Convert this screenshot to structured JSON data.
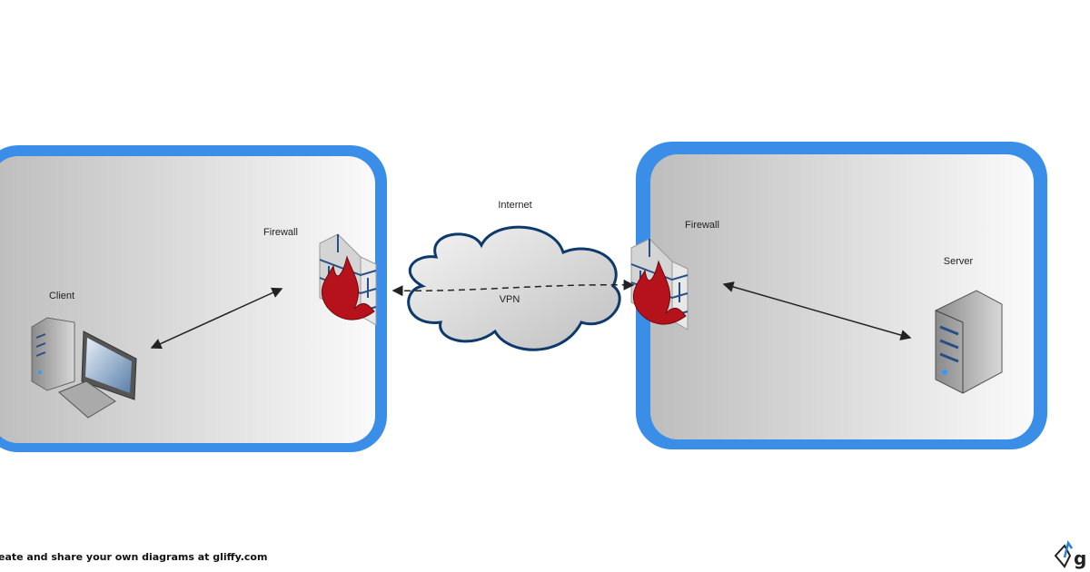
{
  "labels": {
    "internet": "Internet",
    "vpn": "VPN",
    "firewall_left": "Firewall",
    "firewall_right": "Firewall",
    "client": "Client",
    "server": "Server"
  },
  "footer": {
    "text": "eate and share your own diagrams at gliffy.com",
    "logo": "gliffy"
  },
  "colors": {
    "border": "#3a8ee8",
    "cloud_stroke": "#0e3a6b",
    "flame": "#b5121b"
  }
}
